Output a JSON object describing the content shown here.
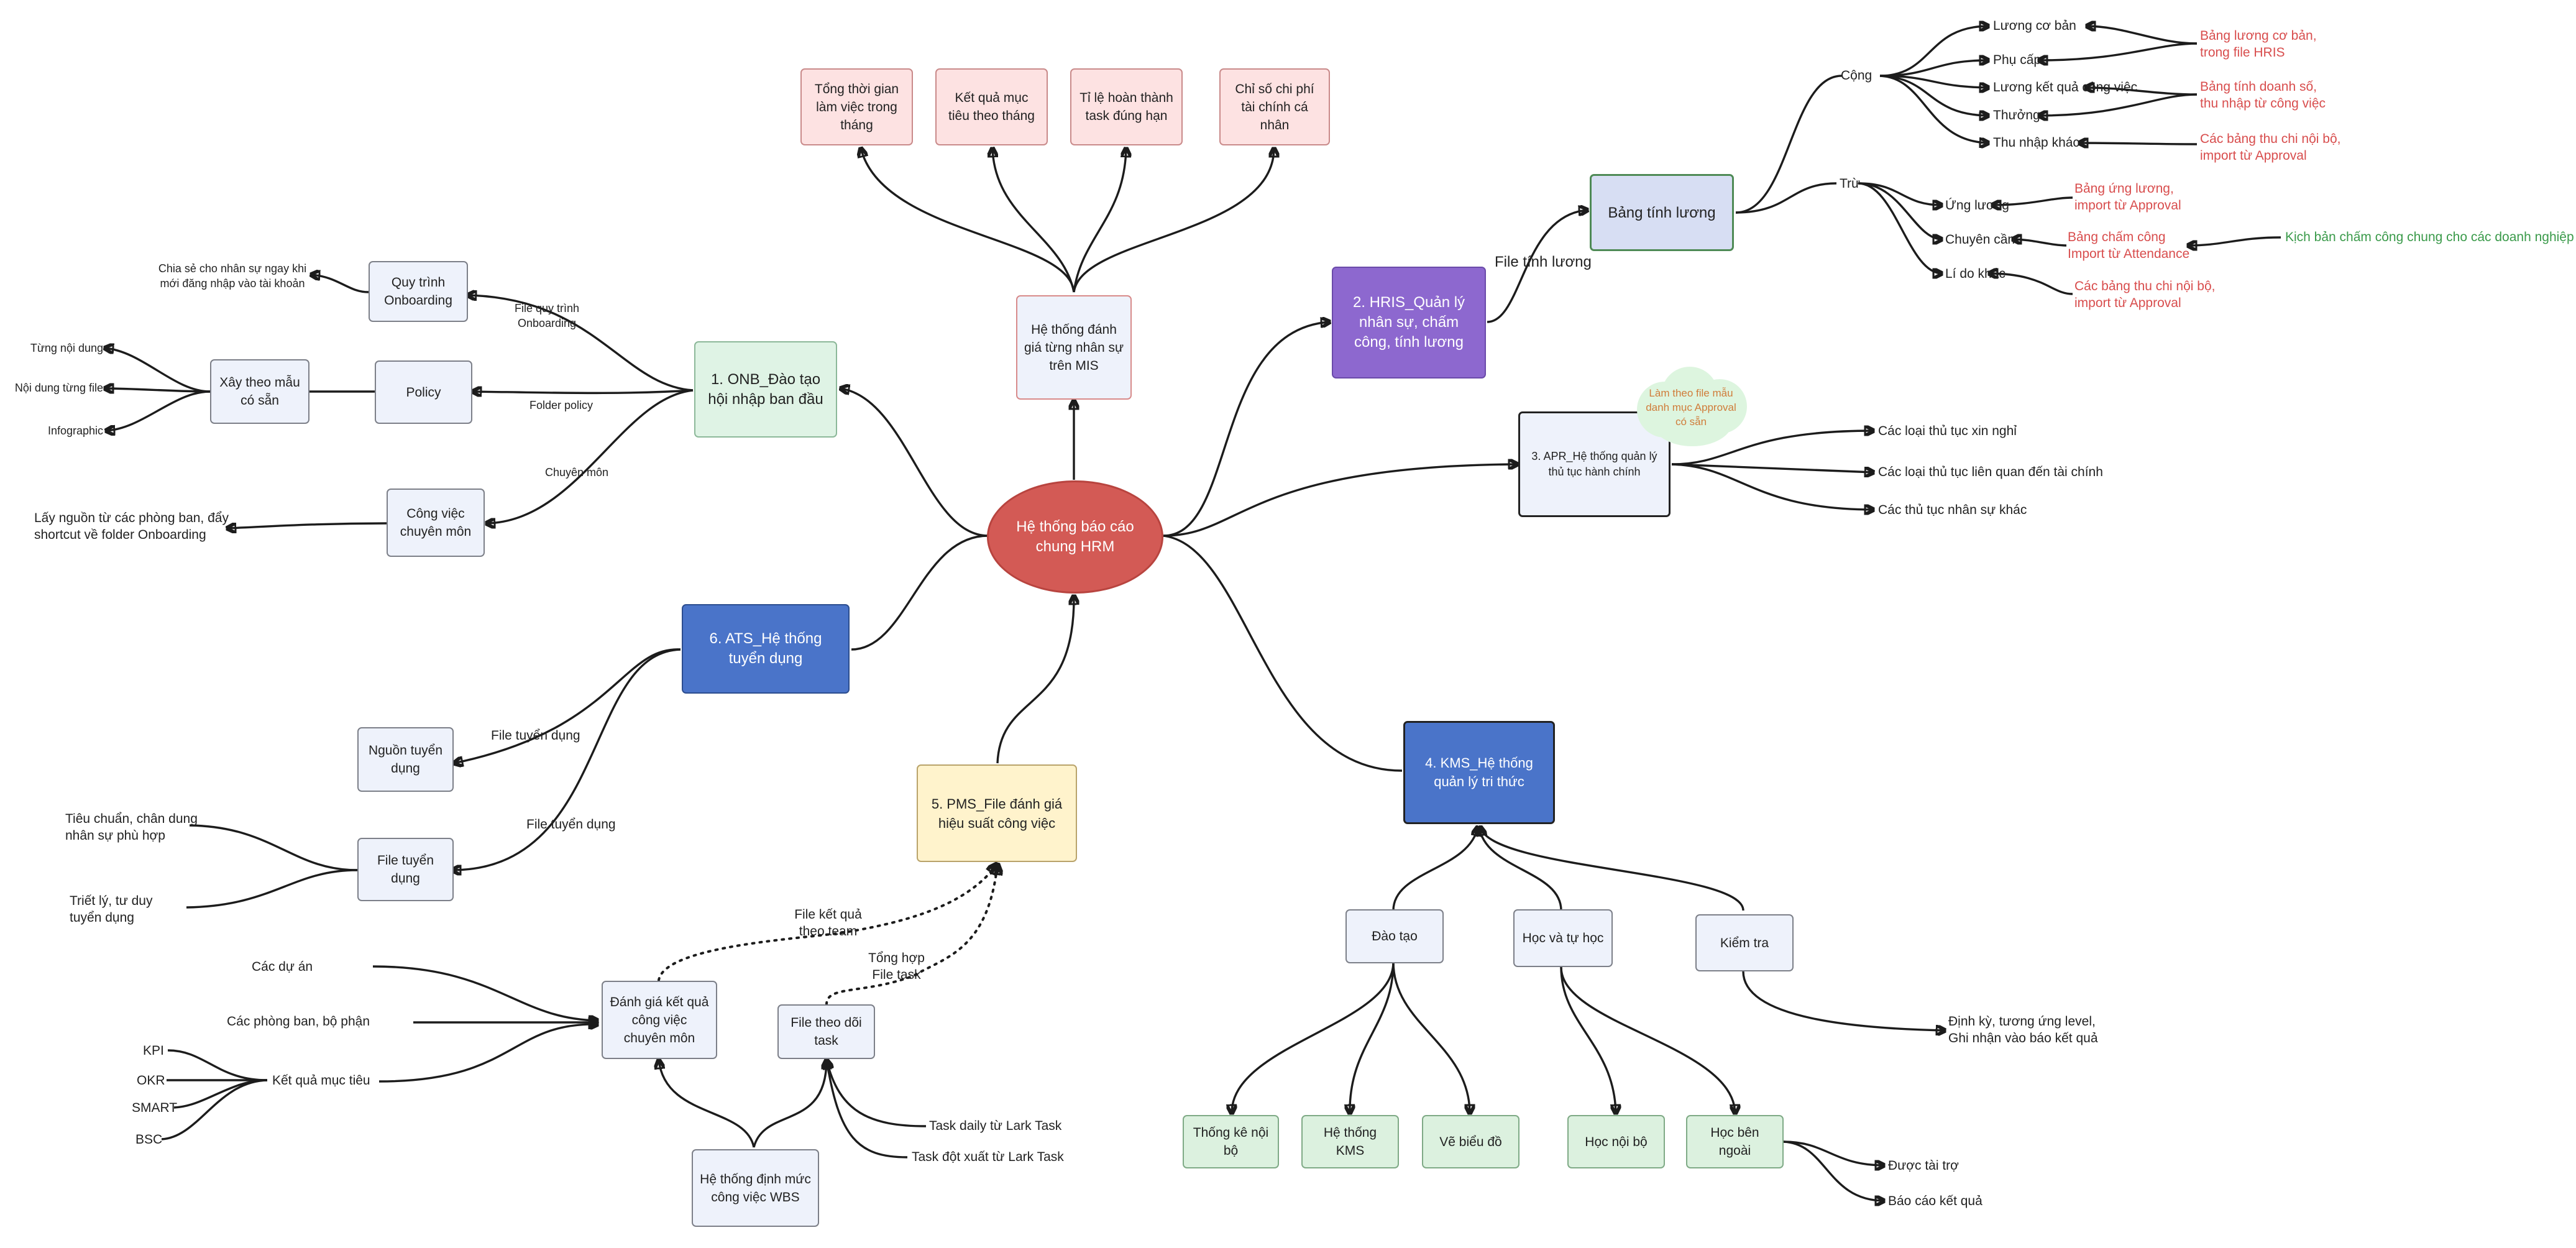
{
  "center": "Hệ thống báo cáo chung HRM",
  "mis": {
    "node": "Hệ thống đánh giá từng nhân sự trên MIS",
    "metrics": [
      "Tổng thời gian làm việc trong tháng",
      "Kết quả mục tiêu theo tháng",
      "Tỉ lệ hoàn thành task đúng hạn",
      "Chỉ số chi phí tài chính cá nhân"
    ]
  },
  "onb": {
    "node": "1. ONB_Đào tạo hội nhập ban đầu",
    "edge_labels": {
      "file": "File quy trình Onboarding",
      "folder": "Folder policy",
      "major": "Chuyên môn"
    },
    "process": "Quy trình Onboarding",
    "process_note": "Chia sẻ cho nhân sự ngay khi mới đăng nhập vào tài khoản",
    "policy": "Policy",
    "template": "Xây theo mẫu có sẵn",
    "template_items": [
      "Từng nội dung",
      "Nội dung từng file",
      "Infographic"
    ],
    "job": "Công việc chuyên môn",
    "job_note": "Lấy nguồn từ các phòng ban, đẩy shortcut về folder Onboarding"
  },
  "ats": {
    "node": "6. ATS_Hệ thống tuyển dụng",
    "edge1": "File tuyển dụng",
    "edge2": "File tuyển dụng",
    "source": "Nguồn tuyển dụng",
    "file": "File tuyển dụng",
    "file_items": [
      "Tiêu chuẩn, chân dung nhân sự phù hợp",
      "Triết lý, tư duy tuyển dụng"
    ]
  },
  "pms": {
    "node": "5. PMS_File đánh giá hiệu suất công việc",
    "team_label": "File kết quả theo team",
    "task_label": "Tổng hợp File task",
    "eval": "Đánh giá kết quả công việc chuyên môn",
    "eval_inputs": [
      "Các dự án",
      "Các phòng ban, bộ phận"
    ],
    "goal": "Kết quả mục tiêu",
    "goal_items": [
      "KPI",
      "OKR",
      "SMART",
      "BSC"
    ],
    "task_file": "File theo dõi task",
    "task_items": [
      "Task daily từ Lark Task",
      "Task đột xuất từ Lark Task"
    ],
    "wbs": "Hệ thống định mức công việc WBS"
  },
  "hris": {
    "node": "2. HRIS_Quản lý nhân sự, chấm công, tính lương",
    "edge": "File tính lương",
    "payroll": "Bảng tính lương",
    "plus": "Cộng",
    "plus_items": [
      "Lương cơ bản",
      "Phụ cấp",
      "Lương kết quả công việc",
      "Thưởng",
      "Thu nhập khác"
    ],
    "plus_sources": [
      "Bảng lương cơ bản, trong file HRIS",
      "Bảng tính doanh số, thu nhập từ công việc",
      "Các bảng thu chi nội bộ, import từ Approval"
    ],
    "minus": "Trừ",
    "minus_items": [
      "Ứng lương",
      "Chuyên cần",
      "Lí do khác"
    ],
    "minus_sources": [
      "Bảng ứng lương, import từ Approval",
      "Bảng chấm công Import từ Attendance",
      "Các bảng thu chi nội bộ, import từ Approval"
    ],
    "scenario": "Kịch bản chấm công chung cho các doanh nghiệp"
  },
  "apr": {
    "node": "3. APR_Hệ thống quản lý thủ tục hành chính",
    "cloud": "Làm theo file mẫu danh mục Approval có sẵn",
    "items": [
      "Các loại thủ tục xin nghỉ",
      "Các loại thủ tục liên quan đến tài chính",
      "Các thủ tục nhân sự khác"
    ]
  },
  "kms": {
    "node": "4. KMS_Hệ thống quản lý tri thức",
    "train": "Đào tạo",
    "train_items": [
      "Thống kê nội bộ",
      "Hệ thống KMS",
      "Vẽ biểu đồ"
    ],
    "learn": "Học và tự học",
    "learn_items": [
      "Học nội bộ",
      "Học bên ngoài"
    ],
    "outside_items": [
      "Được tài trợ",
      "Báo cáo kết quả"
    ],
    "test": "Kiểm tra",
    "test_note": "Định kỳ, tương ứng level, Ghi nhận vào báo kết quả"
  }
}
